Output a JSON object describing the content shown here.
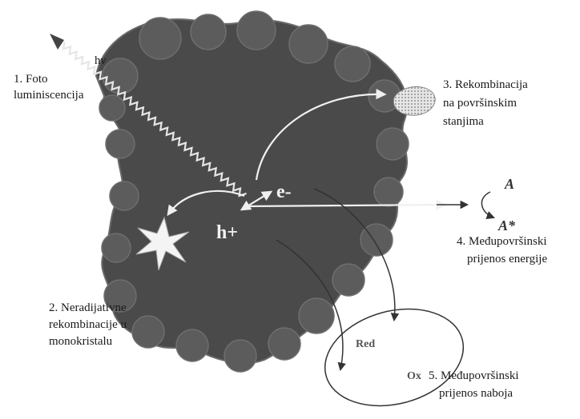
{
  "diagram": {
    "hv": "hν",
    "label1": [
      "1. Foto",
      "luminiscencija"
    ],
    "label2": [
      "2. Neradijativne",
      "rekombinacije u",
      "monokristalu"
    ],
    "label3": [
      "3. Rekombinacija",
      "na površinskim",
      "stanjima"
    ],
    "label4": [
      "4. Međupovršinski",
      "prijenos energije"
    ],
    "label5": [
      "5. Međupovršinski",
      "prijenos naboja"
    ],
    "electron": "e-",
    "hole": "h+",
    "acceptor": "A",
    "acceptor_excited": "A*",
    "red": "Red",
    "ox": "Ox"
  },
  "colors": {
    "particle": "#4a4a4a",
    "particle_edge": "#6b6b6b",
    "nodule": "#5c5c5c",
    "arrow_light": "#f0f0f0",
    "arrow_dark": "#333333",
    "ink": "#1a1a1a"
  }
}
